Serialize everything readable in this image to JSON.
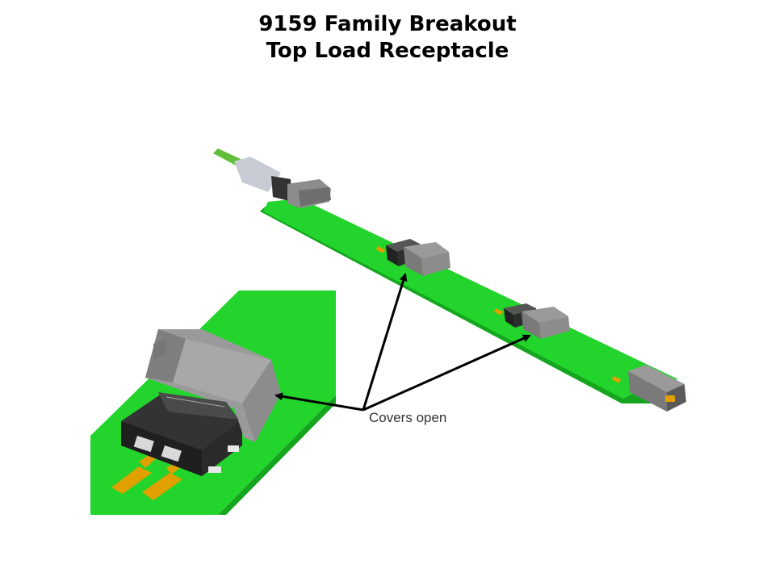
{
  "title": {
    "line1": "9159 Family Breakout",
    "line2": "Top Load Receptacle"
  },
  "callout": {
    "label": "Covers open"
  },
  "colors": {
    "board": "#22d42c",
    "board_edge": "#16a51e",
    "housing": "#8c8c8c",
    "housing_dark": "#2d2d2d",
    "contact": "#e0a000",
    "wire": "#5fbf3c",
    "arrow": "#000000"
  }
}
